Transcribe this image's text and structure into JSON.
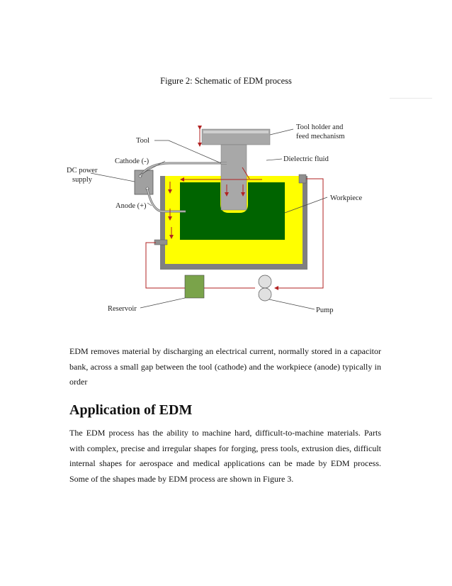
{
  "caption": "Figure 2: Schematic of EDM process",
  "diagram": {
    "labels": {
      "tool": "Tool",
      "cathode": "Cathode (-)",
      "dc_power_line1": "DC power",
      "dc_power_line2": "supply",
      "anode": "Anode (+)",
      "tool_holder_line1": "Tool holder and",
      "tool_holder_line2": "feed mechanism",
      "dielectric": "Dielectric fluid",
      "workpiece": "Workpiece",
      "reservoir": "Reservoir",
      "pump": "Pump"
    },
    "colors": {
      "tank": "#808080",
      "dielectric_fluid": "#ffff00",
      "workpiece": "#006400",
      "tool": "#a8a8a8",
      "reservoir": "#7aa34a",
      "flow_arrows": "#b22222"
    }
  },
  "paragraph1": "EDM removes material by discharging an electrical current, normally stored in a capacitor bank, across a small gap between the tool (cathode) and the workpiece (anode) typically in order",
  "heading": "Application of EDM",
  "paragraph2": "The EDM process has the ability to machine hard, difficult-to-machine materials. Parts with complex, precise and irregular shapes for forging, press tools, extrusion dies, difficult internal shapes for aerospace and medical applications can be made by EDM process. Some of the shapes made by EDM process are shown in Figure 3."
}
